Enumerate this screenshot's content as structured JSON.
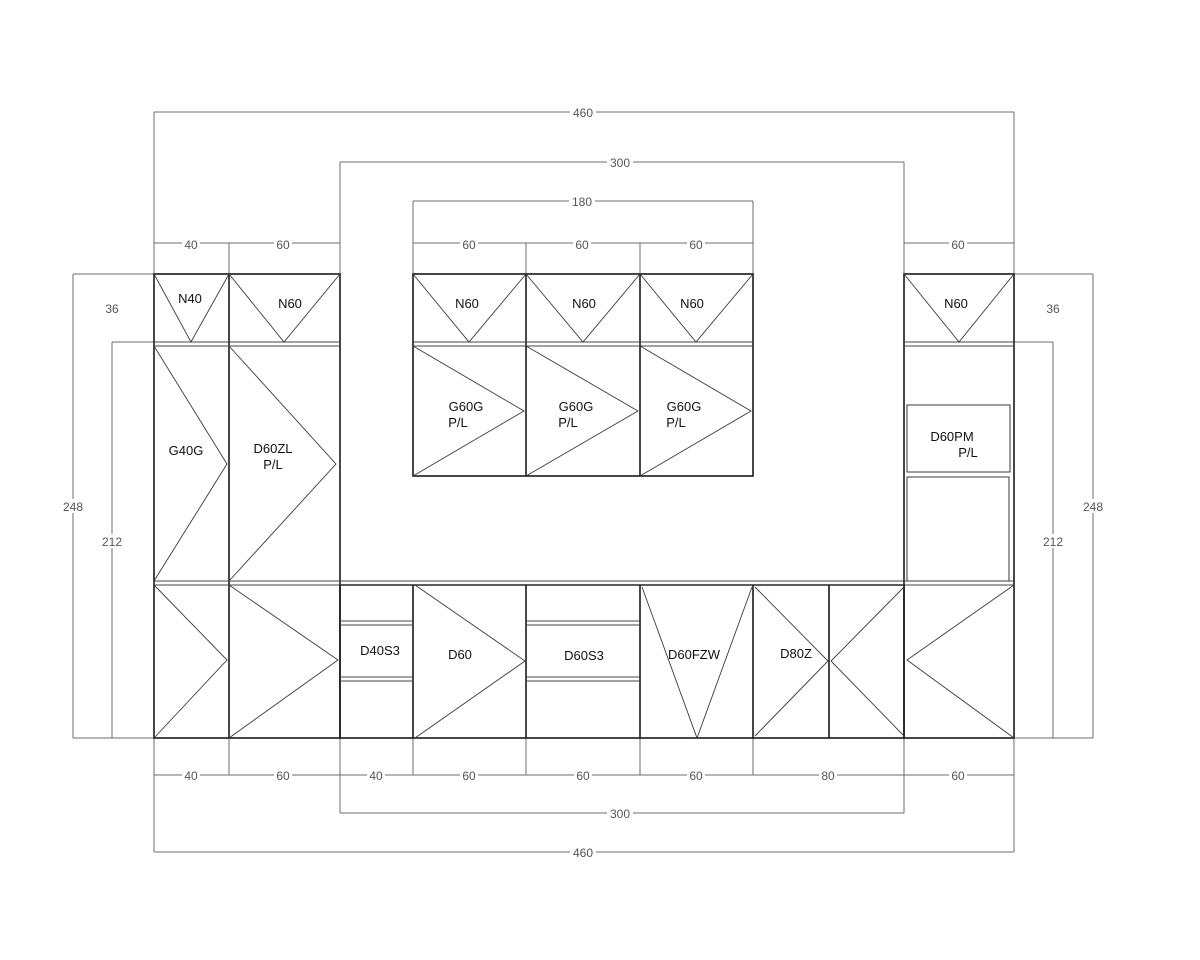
{
  "colors": {
    "line": "#1a1a1a",
    "dimension": "#6e6e6e",
    "background": "#ffffff"
  },
  "dimensions": {
    "top_total": "460",
    "top_mid": "300",
    "top_inner": "180",
    "top_tall_left_1": "40",
    "top_tall_left_2": "60",
    "top_wall_1": "60",
    "top_wall_2": "60",
    "top_wall_3": "60",
    "top_tall_right": "60",
    "left_top_unit": "36",
    "right_top_unit": "36",
    "left_overall": "248",
    "left_body": "212",
    "right_overall": "248",
    "right_body": "212",
    "bottom_1": "40",
    "bottom_2": "60",
    "bottom_3": "40",
    "bottom_4": "60",
    "bottom_5": "60",
    "bottom_6": "60",
    "bottom_7": "80",
    "bottom_8": "60",
    "bottom_mid": "300",
    "bottom_total": "460"
  },
  "cabinets": {
    "top_n40": "N40",
    "top_n60_a": "N60",
    "top_n60_b": "N60",
    "top_n60_c": "N60",
    "top_n60_d": "N60",
    "top_n60_e": "N60",
    "tall_g40g": "G40G",
    "tall_d60zl": "D60ZL",
    "tall_d60zl_sub": "P/L",
    "wall_g60g_a": "G60G",
    "wall_g60g_a_sub": "P/L",
    "wall_g60g_b": "G60G",
    "wall_g60g_b_sub": "P/L",
    "wall_g60g_c": "G60G",
    "wall_g60g_c_sub": "P/L",
    "tall_d60pm": "D60PM",
    "tall_d60pm_sub": "P/L",
    "base_d40s3": "D40S3",
    "base_d60": "D60",
    "base_d60s3": "D60S3",
    "base_d60fzw": "D60FZW",
    "base_d80z": "D80Z"
  }
}
